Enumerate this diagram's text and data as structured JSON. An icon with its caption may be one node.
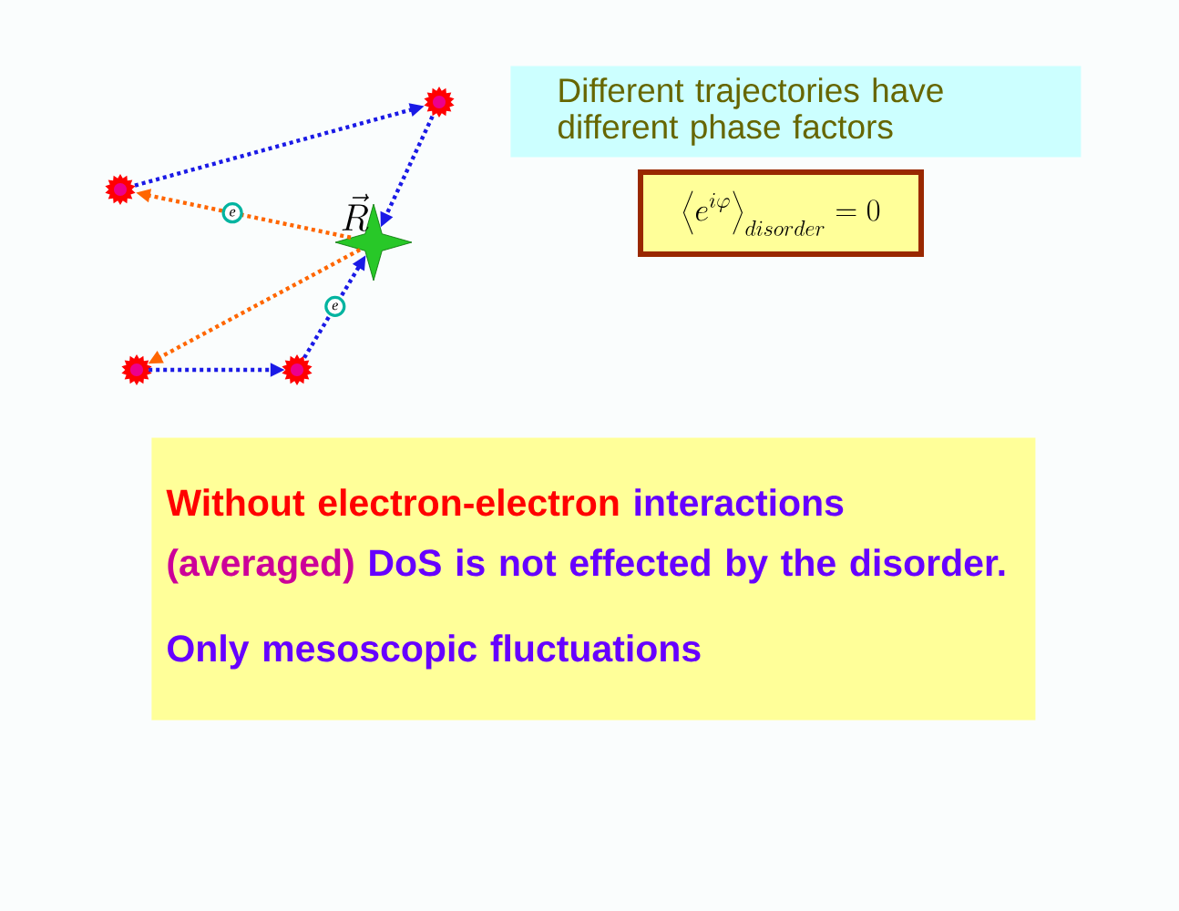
{
  "diagram": {
    "nodes": [
      {
        "text": [],
        "shape": "star",
        "beside": [
          "\\vec{R}"
        ]
      },
      {
        "text": [],
        "shape": "burst"
      },
      {
        "text": [],
        "shape": "burst"
      },
      {
        "text": [],
        "shape": "burst"
      },
      {
        "text": [],
        "shape": "burst"
      },
      {
        "text": [
          "Different trajectories have different  phase factors"
        ]
      },
      {
        "text": [
          "\\left\\langle e^{i\\varphi}\\right\\rangle_{disorder}=0"
        ]
      },
      {
        "text": [
          "Without electron-electron",
          "interactions",
          "(averaged)",
          "DoS is not effected by the disorder.",
          "Only mesoscopic fluctuations"
        ]
      }
    ],
    "edges": [
      {
        "from": 2,
        "to": 1,
        "arrow": "to"
      },
      {
        "from": 1,
        "to": 0,
        "arrow": "to"
      },
      {
        "from": 0,
        "to": 2,
        "arrow": "to",
        "label": "e",
        "color": "#ff6600"
      },
      {
        "from": 0,
        "to": 3,
        "arrow": "to",
        "color": "#ff6600"
      },
      {
        "from": 3,
        "to": 4,
        "arrow": "to"
      },
      {
        "from": 4,
        "to": 0,
        "arrow": "to",
        "label": "e"
      }
    ]
  }
}
